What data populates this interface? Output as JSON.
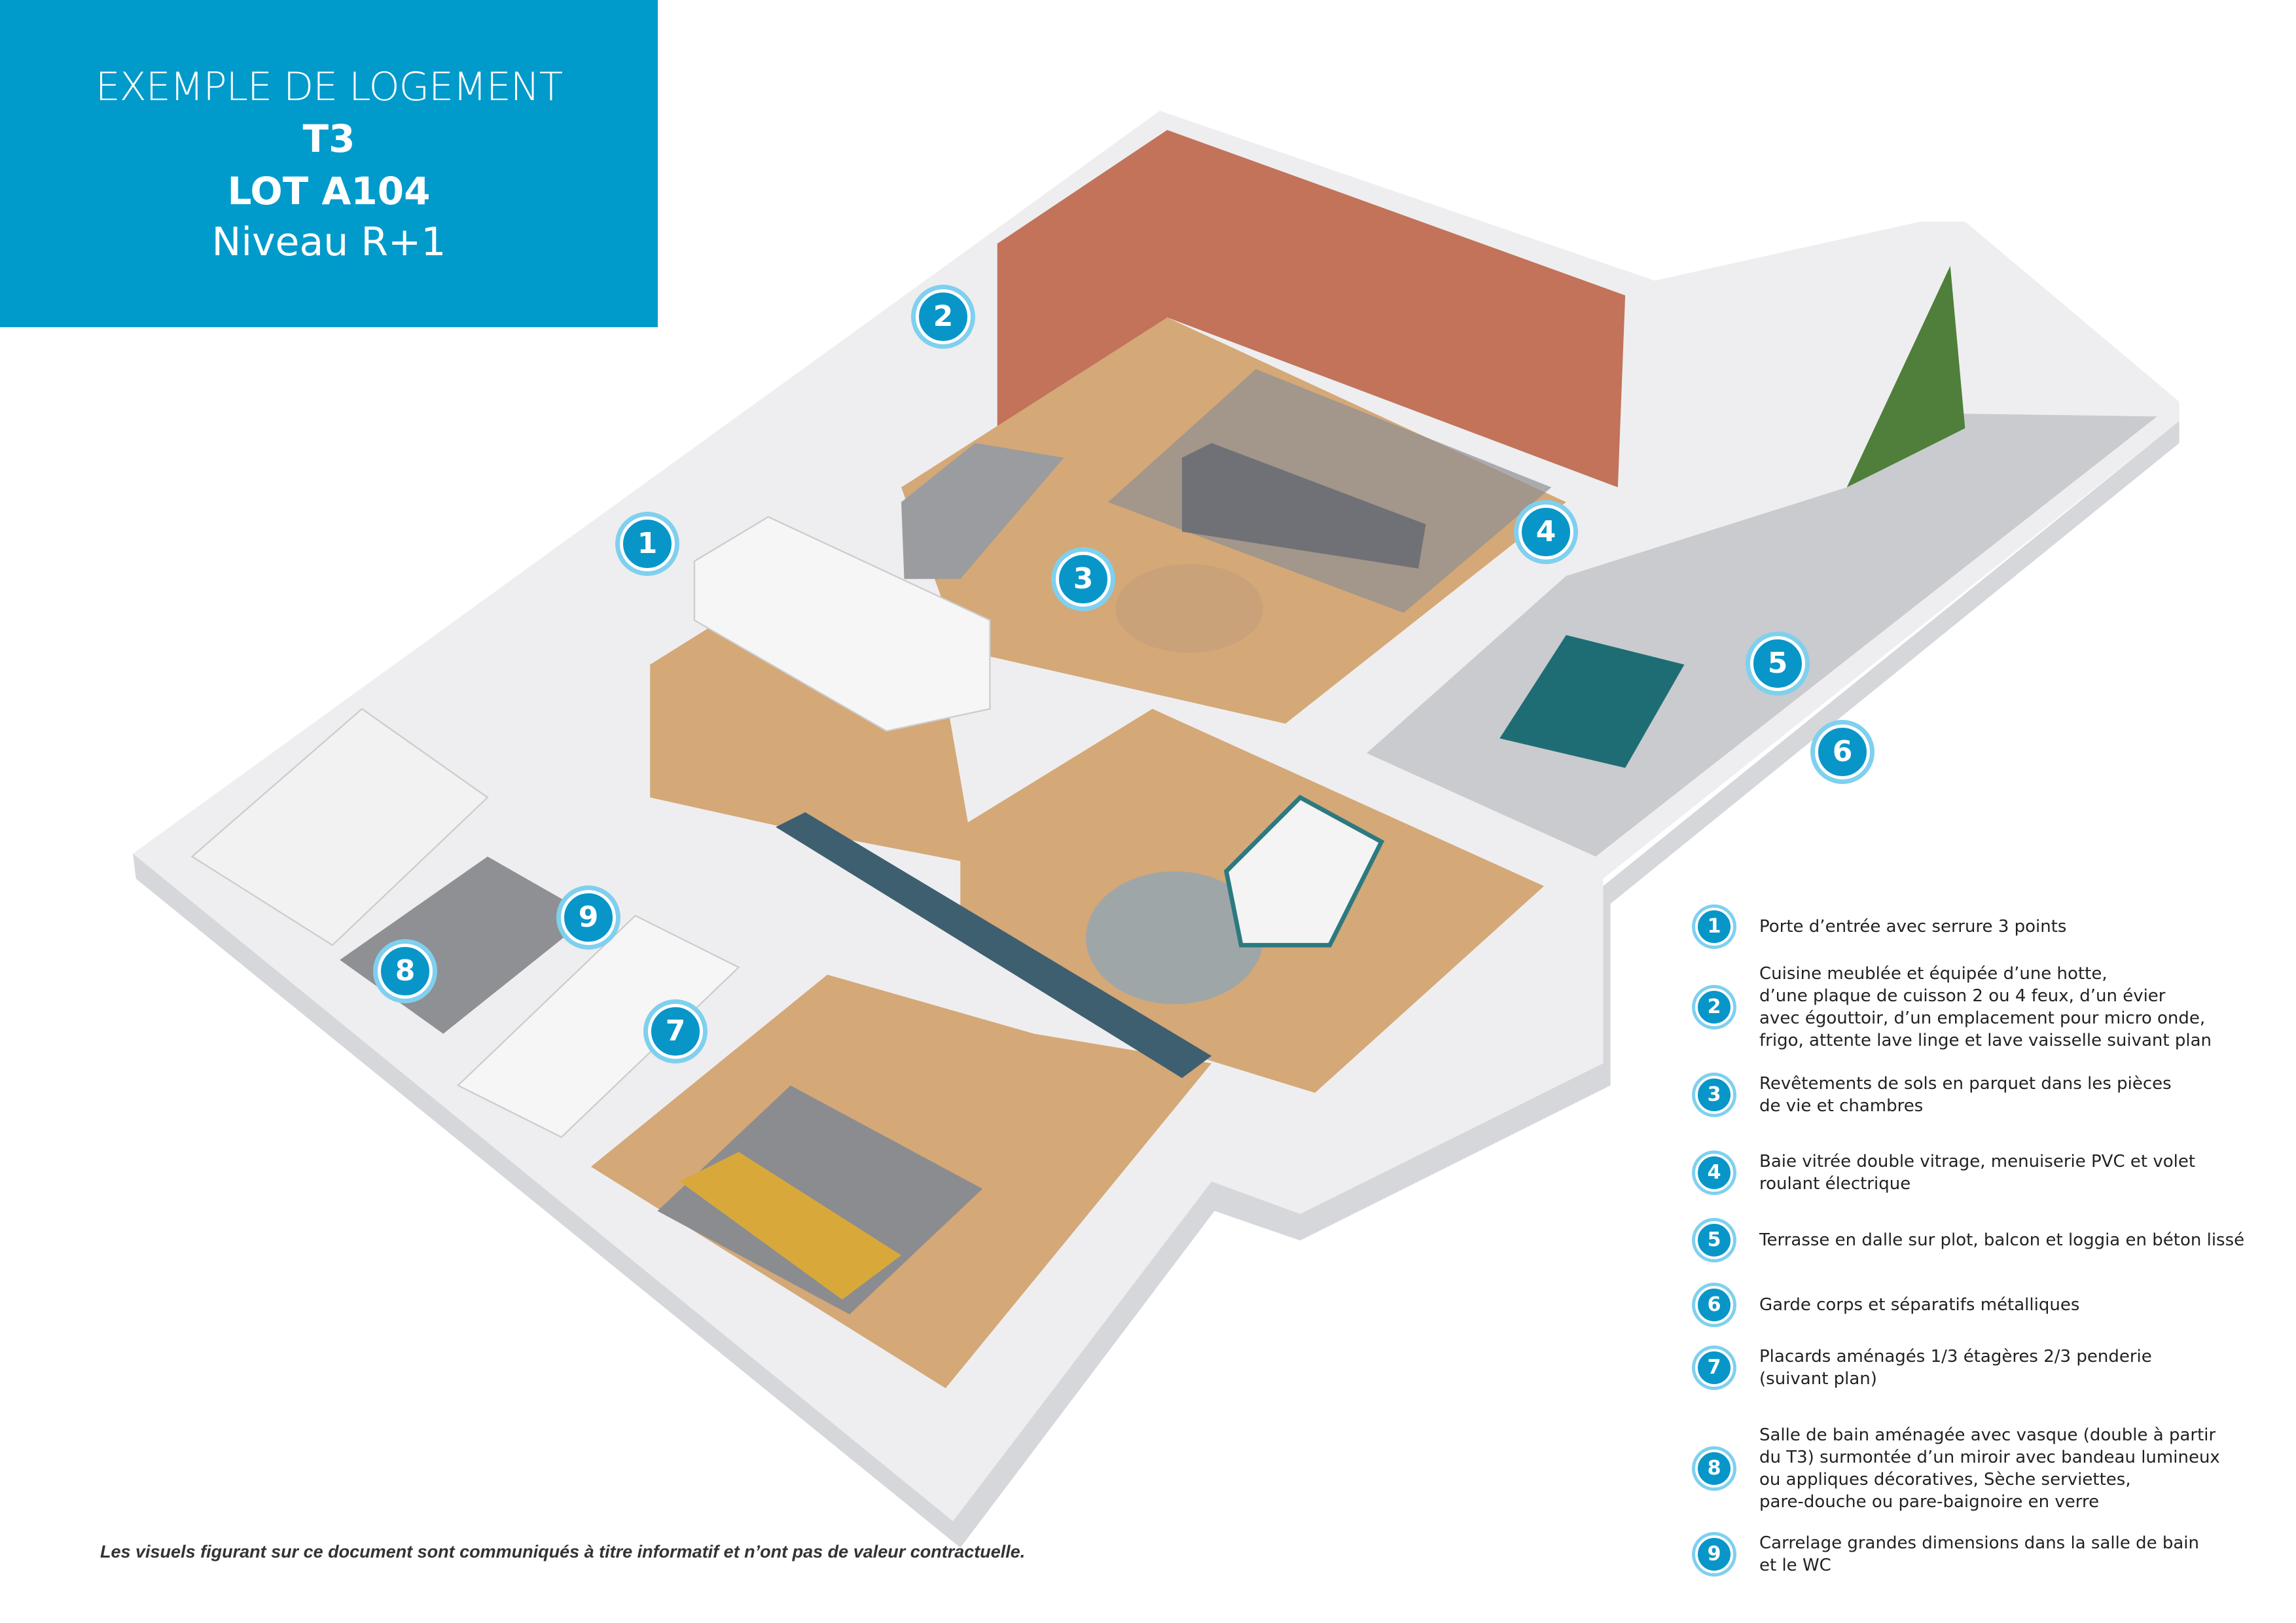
{
  "header": {
    "line1": "EXEMPLE DE LOGEMENT",
    "type": "T3",
    "lot": "LOT A104",
    "level": "Niveau R+1",
    "accent_color": "#009acb"
  },
  "plan_markers": [
    "1",
    "2",
    "3",
    "4",
    "5",
    "6",
    "7",
    "8",
    "9"
  ],
  "legend": [
    {
      "number": "1",
      "text": "Porte d’entrée avec serrure 3 points"
    },
    {
      "number": "2",
      "text": "Cuisine meublée et équipée d’une hotte,\nd’une plaque de cuisson 2 ou 4 feux, d’un évier\navec égouttoir, d’un emplacement pour micro onde,\nfrigo, attente lave linge et lave vaisselle suivant plan"
    },
    {
      "number": "3",
      "text": "Revêtements de sols en parquet dans les pièces\nde vie et chambres"
    },
    {
      "number": "4",
      "text": "Baie vitrée double vitrage, menuiserie PVC et volet\nroulant électrique"
    },
    {
      "number": "5",
      "text": "Terrasse en dalle sur plot, balcon et loggia en béton lissé"
    },
    {
      "number": "6",
      "text": "Garde corps et séparatifs métalliques"
    },
    {
      "number": "7",
      "text": "Placards aménagés 1/3 étagères 2/3 penderie\n(suivant plan)"
    },
    {
      "number": "8",
      "text": "Salle de bain aménagée avec vasque (double à partir\ndu T3) surmontée d’un miroir avec bandeau lumineux\nou appliques décoratives, Sèche serviettes,\npare-douche ou pare-baignoire en verre"
    },
    {
      "number": "9",
      "text": "Carrelage grandes dimensions dans la salle de bain\net le WC"
    }
  ],
  "footer": {
    "disclaimer": "Les visuels figurant sur ce document sont communiqués à titre informatif et n’ont pas de valeur contractuelle."
  }
}
